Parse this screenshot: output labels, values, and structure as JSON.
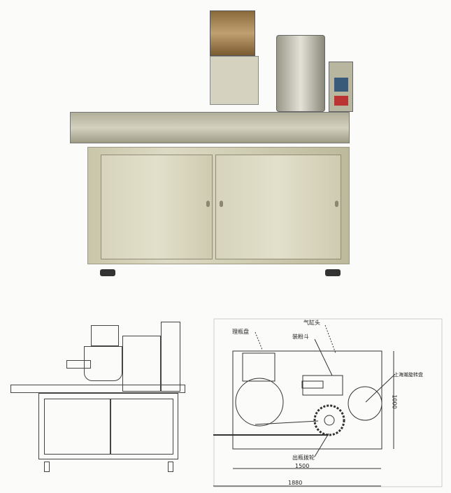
{
  "diagram": {
    "labels": {
      "bottle_plate": "理瓶盘",
      "air_head": "气缸头",
      "powder_hopper": "装粉斗",
      "right_disc": "上海瀚旋转盘",
      "bottom_label": "出瓶拨轮"
    },
    "dimensions": {
      "inner_width": "1500",
      "total_width": "1880",
      "height": "1000"
    }
  }
}
